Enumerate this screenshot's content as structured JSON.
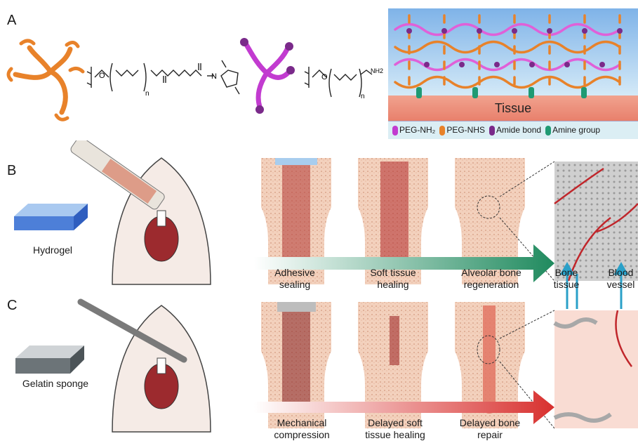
{
  "panels": {
    "a": "A",
    "b": "B",
    "c": "C"
  },
  "chem": {
    "n1": "n",
    "n2": "n",
    "o": "O",
    "nh2": "NH2"
  },
  "network": {
    "tissue_label": "Tissue",
    "legend": [
      "PEG-NH₂",
      "PEG-NHS",
      "Amide bond",
      "Amine group"
    ],
    "colors": {
      "peg_nh2": "#c23bd0",
      "peg_nhs": "#e8822a",
      "amide": "#7a2a8a",
      "amine": "#1f9a73"
    }
  },
  "row_b": {
    "material": "Hydrogel",
    "steps": [
      "Adhesive sealing",
      "Soft tissue healing",
      "Alveolar bone regeneration"
    ],
    "arrow_color": "#2a9a6e"
  },
  "row_c": {
    "material": "Gelatin sponge",
    "steps": [
      "Mechanical compression",
      "Delayed soft tissue healing",
      "Delayed bone repair"
    ],
    "arrow_color": "#d83a3a"
  },
  "zoom_labels": {
    "bone": "Bone tissue",
    "vessel": "Blood vessel"
  }
}
